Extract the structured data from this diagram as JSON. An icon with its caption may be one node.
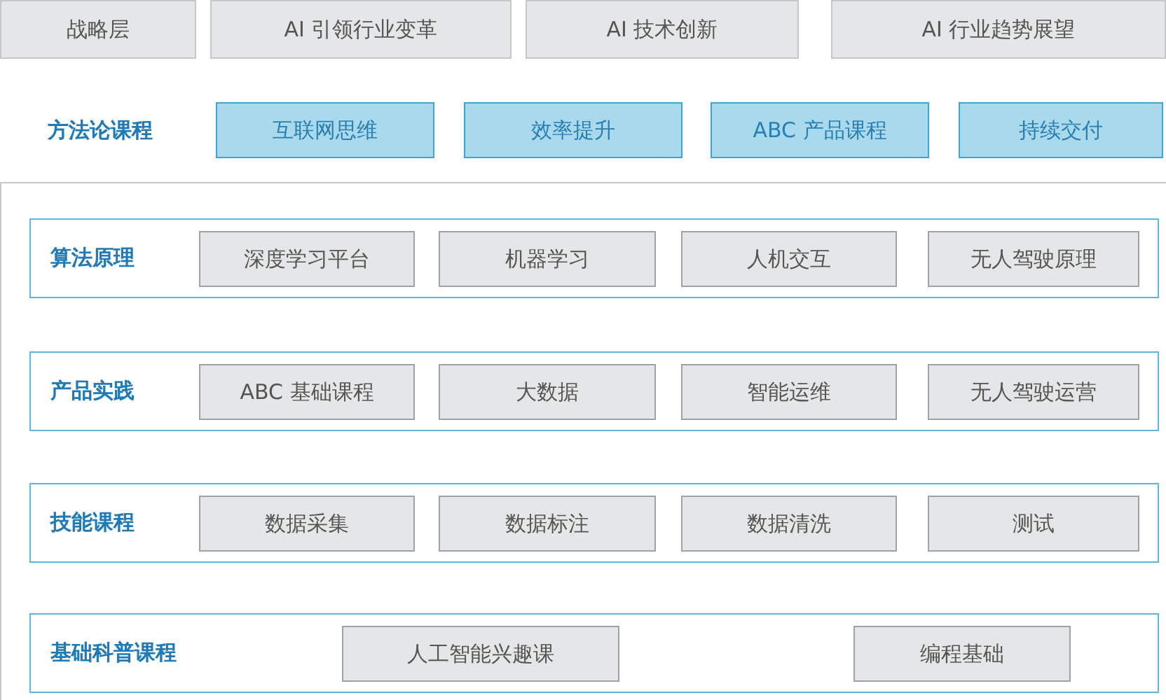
{
  "diagram": {
    "nodes": [
      {
        "text": [
          "战略层"
        ]
      },
      {
        "text": [
          "AI 引领行业变革"
        ]
      },
      {
        "text": [
          "AI 技术创新"
        ]
      },
      {
        "text": [
          "AI 行业趋势展望"
        ]
      },
      {
        "text": [
          "互联网思维"
        ]
      },
      {
        "text": [
          "效率提升"
        ]
      },
      {
        "text": [
          "ABC 产品课程"
        ]
      },
      {
        "text": [
          "持续交付"
        ]
      },
      {
        "text": [],
        "shape": "box"
      },
      {
        "text": [
          "算法原理"
        ],
        "in": 8
      },
      {
        "text": [
          "深度学习平台"
        ],
        "in": 9
      },
      {
        "text": [
          "机器学习"
        ],
        "in": 9
      },
      {
        "text": [
          "人机交互"
        ],
        "in": 9
      },
      {
        "text": [
          "无人驾驶原理"
        ],
        "in": 9
      },
      {
        "text": [
          "产品实践"
        ],
        "in": 8
      },
      {
        "text": [
          "ABC 基础课程"
        ],
        "in": 14
      },
      {
        "text": [
          "大数据"
        ],
        "in": 14
      },
      {
        "text": [
          "智能运维"
        ],
        "in": 14
      },
      {
        "text": [
          "无人驾驶运营"
        ],
        "in": 14
      },
      {
        "text": [
          "技能课程"
        ],
        "in": 8
      },
      {
        "text": [
          "数据采集"
        ],
        "in": 19
      },
      {
        "text": [
          "数据标注"
        ],
        "in": 19
      },
      {
        "text": [
          "数据清洗"
        ],
        "in": 19
      },
      {
        "text": [
          "测试"
        ],
        "in": 19
      },
      {
        "text": [
          "基础科普课程"
        ],
        "in": 8
      },
      {
        "text": [
          "人工智能兴趣课"
        ],
        "in": 24
      },
      {
        "text": [
          "编程基础"
        ],
        "in": 24
      }
    ],
    "labels": [
      "方法论课程"
    ]
  }
}
